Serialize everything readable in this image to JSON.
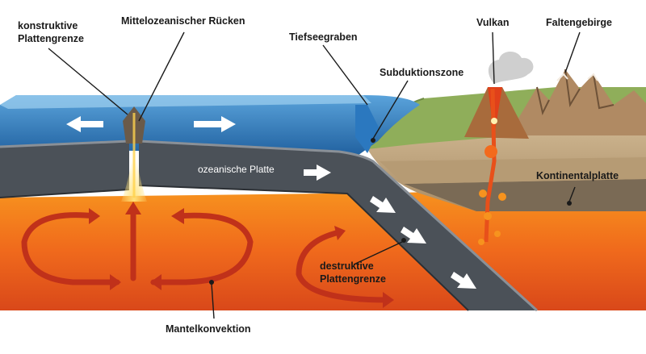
{
  "labels": {
    "constructive_boundary": [
      "konstruktive",
      "Plattengrenze"
    ],
    "mid_ocean_ridge": "Mittelozeanischer Rücken",
    "trench": "Tiefseegraben",
    "subduction_zone": "Subduktionszone",
    "volcano": "Vulkan",
    "fold_mountains": "Faltengebirge",
    "oceanic_plate": "ozeanische Platte",
    "continental_plate": "Kontinentalplatte",
    "destructive_boundary": [
      "destruktive",
      "Plattengrenze"
    ],
    "mantle_convection": "Mantelkonvektion"
  },
  "colors": {
    "ocean": "#3a86c8",
    "oceanic_crust": "#4b5158",
    "mantle": "#f06a1c",
    "continental_crust": "#c9b08a",
    "land": "#8fae5a",
    "mountains": "#b08a63",
    "convection_arrow": "#c0311a",
    "motion_arrow": "#ffffff"
  }
}
